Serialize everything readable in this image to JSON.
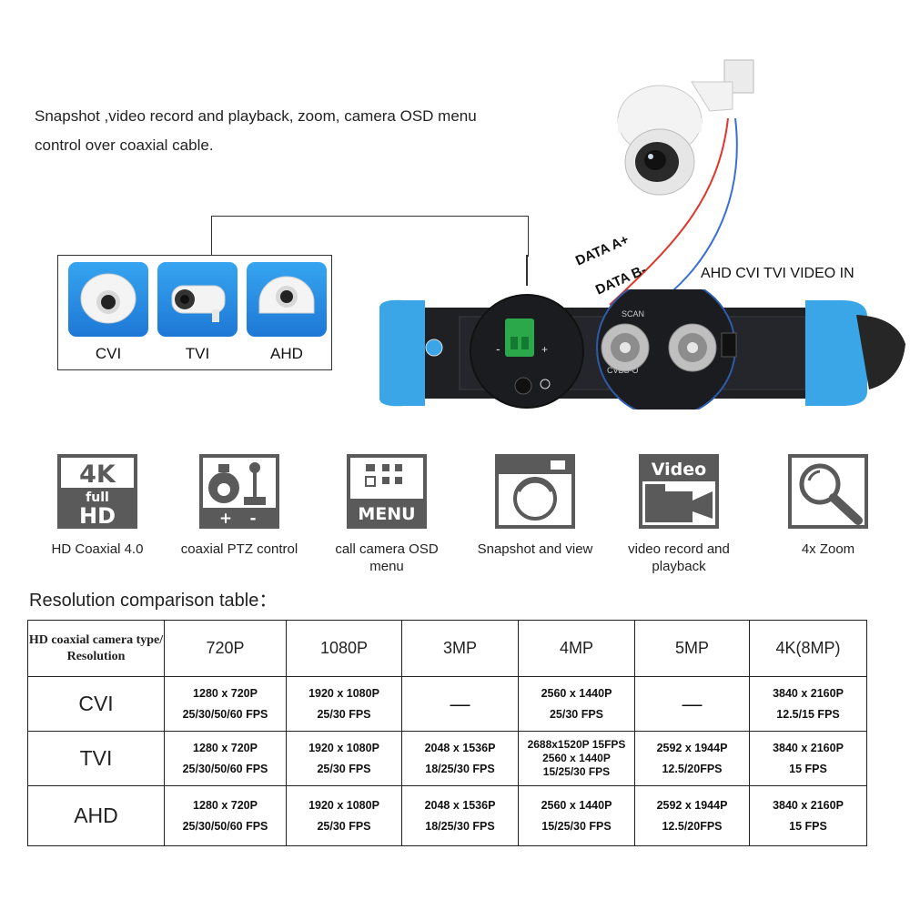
{
  "intro": {
    "line1": "Snapshot ,video record and playback, zoom, camera OSD menu",
    "line2": "control over coaxial cable."
  },
  "camera_types": [
    {
      "label": "CVI",
      "icon": "dome-camera-icon"
    },
    {
      "label": "TVI",
      "icon": "bullet-camera-icon"
    },
    {
      "label": "AHD",
      "icon": "dome-camera-icon"
    }
  ],
  "cable_labels": {
    "data_a": "DATA A+",
    "data_b": "DATA B-",
    "video_in": "AHD CVI TVI VIDEO IN"
  },
  "device_labels": {
    "scan": "SCAN",
    "cvbs": "CVBS-O"
  },
  "features": [
    {
      "label": "HD Coaxial 4.0",
      "icon": "4k-full-hd-icon",
      "icon_text1": "4K",
      "icon_text2": "full",
      "icon_text3": "HD"
    },
    {
      "label": "coaxial PTZ control",
      "icon": "ptz-joystick-icon"
    },
    {
      "label": "call camera OSD menu",
      "icon": "menu-icon",
      "icon_text1": "MENU"
    },
    {
      "label": "Snapshot and view",
      "icon": "snapshot-camera-icon"
    },
    {
      "label": "video record and playback",
      "icon": "video-camera-icon",
      "icon_text1": "Video"
    },
    {
      "label": "4x Zoom",
      "icon": "magnifier-icon"
    }
  ],
  "table": {
    "title": "Resolution comparison table：",
    "header_first": "HD coaxial camera type/ Resolution",
    "columns": [
      "720P",
      "1080P",
      "3MP",
      "4MP",
      "5MP",
      "4K(8MP)"
    ],
    "rows": [
      {
        "label": "CVI",
        "cells": [
          [
            "1280 x 720P",
            "25/30/50/60 FPS"
          ],
          [
            "1920 x 1080P",
            "25/30 FPS"
          ],
          [
            "—"
          ],
          [
            "2560 x 1440P",
            "25/30 FPS"
          ],
          [
            "—"
          ],
          [
            "3840 x 2160P",
            "12.5/15 FPS"
          ]
        ]
      },
      {
        "label": "TVI",
        "cells": [
          [
            "1280 x 720P",
            "25/30/50/60 FPS"
          ],
          [
            "1920 x 1080P",
            "25/30 FPS"
          ],
          [
            "2048 x 1536P",
            "18/25/30 FPS"
          ],
          [
            "2688x1520P 15FPS",
            "2560 x 1440P",
            "15/25/30 FPS"
          ],
          [
            "2592 x 1944P",
            "12.5/20FPS"
          ],
          [
            "3840 x 2160P",
            "15 FPS"
          ]
        ]
      },
      {
        "label": "AHD",
        "cells": [
          [
            "1280 x 720P",
            "25/30/50/60 FPS"
          ],
          [
            "1920 x 1080P",
            "25/30 FPS"
          ],
          [
            "2048 x 1536P",
            "18/25/30 FPS"
          ],
          [
            "2560 x 1440P",
            "15/25/30 FPS"
          ],
          [
            "2592 x 1944P",
            "12.5/20FPS"
          ],
          [
            "3840 x 2160P",
            "15 FPS"
          ]
        ]
      }
    ]
  },
  "colors": {
    "accent_blue": "#2b8fe6",
    "device_blue": "#3aa6e8",
    "icon_gray": "#5a5a5a",
    "cable_red": "#e0352b",
    "cable_blue": "#3a6fd8"
  }
}
